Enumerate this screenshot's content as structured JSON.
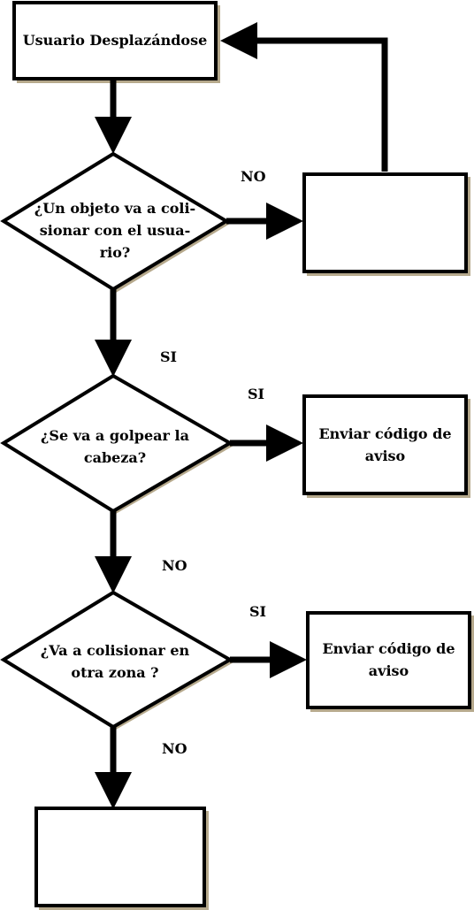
{
  "flowchart": {
    "start_label": "Usuario Desplazándose",
    "decision1_label": "¿Un objeto va a coli-\nsionar con el usua-\nrio?",
    "decision1_no": "NO",
    "decision1_si": "SI",
    "action1_label": "",
    "decision2_label": "¿Se va a golpear la\ncabeza?",
    "decision2_si": "SI",
    "decision2_no": "NO",
    "action2_label": "Enviar código de\naviso",
    "decision3_label": "¿Va a colisionar en\notra zona ?",
    "decision3_si": "SI",
    "decision3_no": "NO",
    "action3_label": "Enviar código de\naviso",
    "end_label": ""
  },
  "colors": {
    "stroke": "#000000",
    "shadow": "#b6a98c",
    "fill": "#ffffff"
  }
}
